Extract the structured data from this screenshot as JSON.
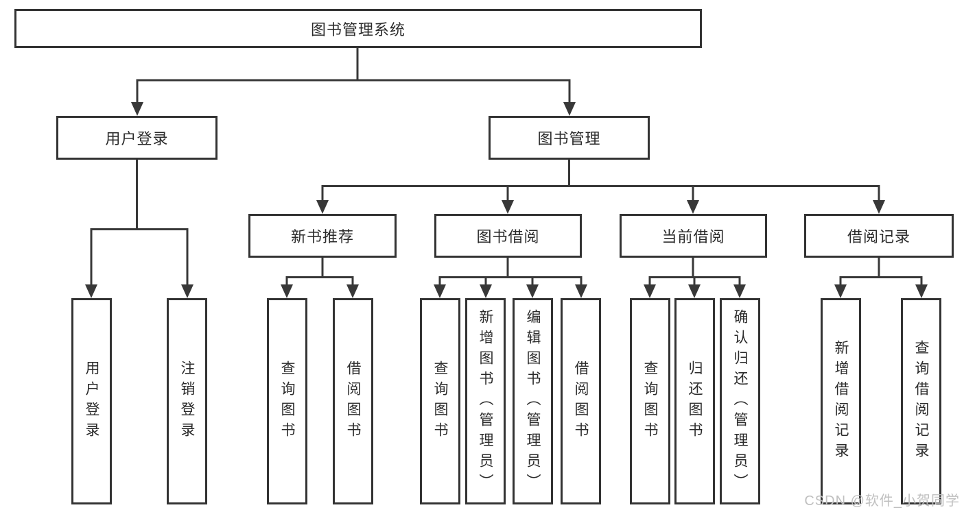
{
  "tree": {
    "label": "图书管理系统",
    "children": [
      {
        "label": "用户登录",
        "children": [
          {
            "label": "用户登录"
          },
          {
            "label": "注销登录"
          }
        ]
      },
      {
        "label": "图书管理",
        "children": [
          {
            "label": "新书推荐",
            "children": [
              {
                "label": "查询图书"
              },
              {
                "label": "借阅图书"
              }
            ]
          },
          {
            "label": "图书借阅",
            "children": [
              {
                "label": "查询图书"
              },
              {
                "label": "新增图书（管理员）"
              },
              {
                "label": "编辑图书（管理员）"
              },
              {
                "label": "借阅图书"
              }
            ]
          },
          {
            "label": "当前借阅",
            "children": [
              {
                "label": "查询图书"
              },
              {
                "label": "归还图书"
              },
              {
                "label": "确认归还（管理员）"
              }
            ]
          },
          {
            "label": "借阅记录",
            "children": [
              {
                "label": "新增借阅记录"
              },
              {
                "label": "查询借阅记录"
              }
            ]
          }
        ]
      }
    ]
  },
  "watermark": {
    "text": "CSDN @软件_小贺同学",
    "color": "#c0c0c0"
  },
  "colors": {
    "line": "#383838",
    "box_border": "#333333",
    "text": "#2b2b2b",
    "background": "#ffffff"
  }
}
